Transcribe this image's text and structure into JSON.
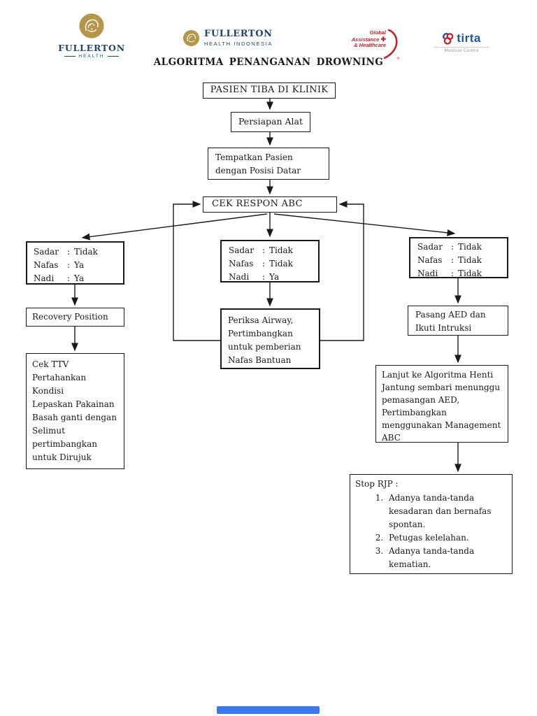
{
  "colors": {
    "navy": "#21456B",
    "gold": "#B5964B",
    "red": "#C8202F",
    "blue": "#1E56A0",
    "gray": "#9A9FA5",
    "progress": "#3B77EF"
  },
  "icons": {
    "cross": "✚"
  },
  "header": {
    "title": "ALGORITMA PENANGANAN DROWNING",
    "logos": {
      "fullerton_health": {
        "title": "FULLERTON",
        "subtitle": "HEALTH"
      },
      "fullerton_health_indonesia": {
        "title": "FULLERTON",
        "subtitle": "HEALTH INDONESIA"
      },
      "global_assistance": {
        "line1": "Global",
        "line2": "Assistance",
        "line3": "& Healthcare",
        "reg": "®"
      },
      "tirta_medical": {
        "title": "tirta",
        "subtitle": "Medical Centre"
      }
    }
  },
  "flow": {
    "colon": ":",
    "start": "PASIEN TIBA DI KLINIK",
    "prep": "Persiapan Alat",
    "position": "Tempatkan Pasien\ndengan Posisi Datar",
    "check": "CEK RESPON ABC",
    "left": {
      "cond": {
        "rows": [
          {
            "label": "Sadar",
            "value": "Tidak"
          },
          {
            "label": "Nafas",
            "value": "Ya"
          },
          {
            "label": "Nadi",
            "value": "Ya"
          }
        ]
      },
      "recovery": "Recovery Position",
      "ttv": "Cek TTV\nPertahankan\nKondisi\nLepaskan Pakainan\nBasah ganti dengan\nSelimut\npertimbangkan\nuntuk Dirujuk"
    },
    "middle": {
      "cond": {
        "rows": [
          {
            "label": "Sadar",
            "value": "Tidak"
          },
          {
            "label": "Nafas",
            "value": "Tidak"
          },
          {
            "label": "Nadi",
            "value": "Ya"
          }
        ]
      },
      "airway": "Periksa Airway,\nPertimbangkan\nuntuk pemberian\nNafas Bantuan"
    },
    "right": {
      "cond": {
        "rows": [
          {
            "label": "Sadar",
            "value": "Tidak"
          },
          {
            "label": "Nafas",
            "value": "Tidak"
          },
          {
            "label": "Nadi",
            "value": "Tidak"
          }
        ]
      },
      "aed": "Pasang AED dan\nIkuti Intruksi",
      "continue": "Lanjut ke Algoritma Henti\nJantung sembari menunggu\npemasangan AED,\nPertimbangkan\nmenggunakan Management\nABC",
      "stop": {
        "heading": "Stop RJP :",
        "items": [
          "Adanya tanda-tanda\nkesadaran dan bernafas\nspontan.",
          "Petugas kelelahan.",
          "Adanya tanda-tanda\nkematian."
        ]
      }
    }
  }
}
